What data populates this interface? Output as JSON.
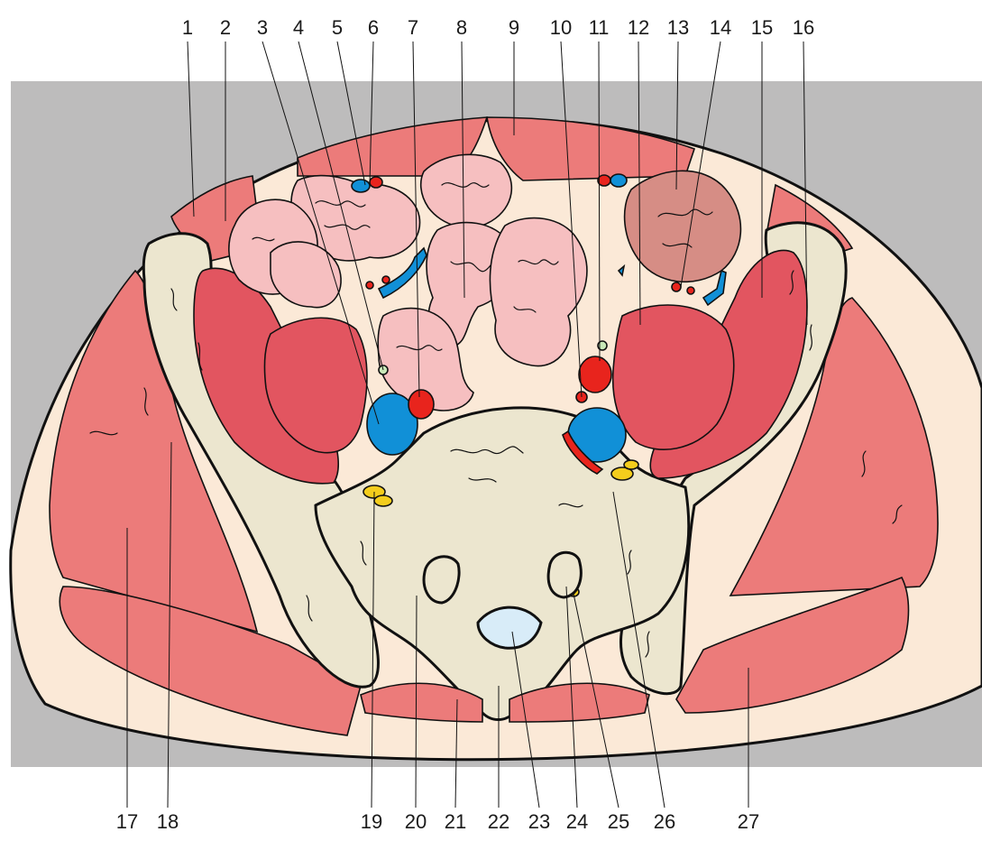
{
  "colors": {
    "background_panel": "#bdbcbc",
    "subcutaneous_fat": "#fbe9d7",
    "muscle": "#ec7b7a",
    "muscle_dark": "#e25560",
    "bone": "#ece6cf",
    "bowel": "#f6bfc0",
    "bowel_dark": "#d68d85",
    "artery": "#e8241d",
    "vein": "#1190d7",
    "nerve": "#f4cd1c",
    "ureter": "#cde8f6",
    "bladder_lumen": "#d8ecf8"
  },
  "diagram": {
    "top_labels": [
      "1",
      "2",
      "3",
      "4",
      "5",
      "6",
      "7",
      "8",
      "9",
      "10",
      "11",
      "12",
      "13",
      "14",
      "15",
      "16"
    ],
    "bottom_labels": [
      "17",
      "18",
      "19",
      "20",
      "21",
      "22",
      "23",
      "24",
      "25",
      "26",
      "27"
    ]
  }
}
